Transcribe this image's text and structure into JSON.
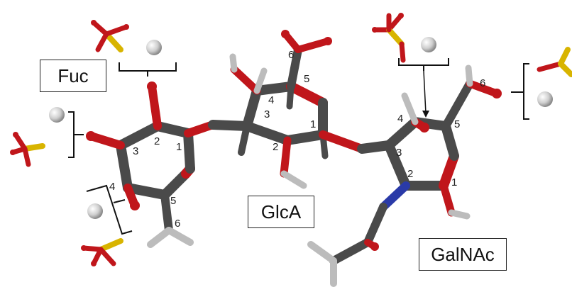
{
  "residues": {
    "fuc": {
      "label": "Fuc",
      "numbers": [
        "1",
        "2",
        "3",
        "4",
        "5",
        "6"
      ]
    },
    "glca": {
      "label": "GlcA",
      "numbers": [
        "1",
        "2",
        "3",
        "4",
        "5",
        "6"
      ]
    },
    "galnac": {
      "label": "GalNAc",
      "numbers": [
        "1",
        "2",
        "3",
        "4",
        "5",
        "6"
      ]
    }
  },
  "colors": {
    "carbon": "#4a4a4a",
    "oxygen": "#c0161b",
    "nitrogen": "#2a3aa8",
    "hydrogen": "#bcbcbc",
    "sulfur": "#d8b400",
    "ion": "#dcdcdc"
  }
}
